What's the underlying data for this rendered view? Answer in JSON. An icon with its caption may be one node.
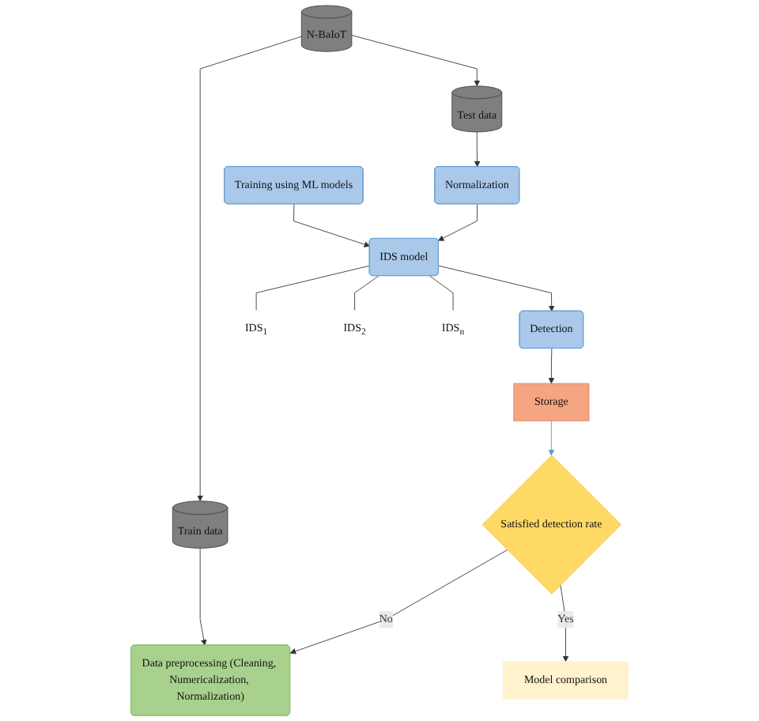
{
  "diagram": {
    "nodes": [
      {
        "text": [
          "N-BaIoT"
        ]
      },
      {
        "text": [
          "Train data"
        ]
      },
      {
        "text": [
          "Test data"
        ]
      },
      {
        "text": [
          "Normalization"
        ]
      },
      {
        "text": [
          "IDS model"
        ]
      },
      {
        "text": [
          "IDS$_{1}$"
        ]
      },
      {
        "text": [
          "IDS$_{2}$"
        ]
      },
      {
        "text": [
          "IDS$_{n}$"
        ]
      },
      {
        "text": [
          "Detection"
        ]
      },
      {
        "text": [
          "Data preprocessing (Cleaning, Numericalization, Normalization)"
        ]
      },
      {
        "text": [
          "Storage"
        ]
      },
      {
        "text": [
          "Training using ML models"
        ]
      },
      {
        "text": [
          "Satisfied detection rate"
        ]
      },
      {
        "text": [
          "Model comparison"
        ]
      }
    ],
    "edges": [
      {
        "from": 0,
        "to": 1,
        "arrow": "to"
      },
      {
        "from": 0,
        "to": 2,
        "arrow": "to"
      },
      {
        "from": 2,
        "to": 3,
        "arrow": "to"
      },
      {
        "from": 3,
        "to": 4,
        "arrow": "to"
      },
      {
        "from": 4,
        "to": 5,
        "arrow": "none"
      },
      {
        "from": 4,
        "to": 6,
        "arrow": "none"
      },
      {
        "from": 4,
        "to": 7,
        "arrow": "none"
      },
      {
        "from": 4,
        "to": 8,
        "arrow": "to"
      },
      {
        "from": 1,
        "to": 9,
        "arrow": "to"
      },
      {
        "from": 8,
        "to": 10,
        "arrow": "to"
      },
      {
        "from": 11,
        "to": 4,
        "arrow": "to"
      },
      {
        "from": 10,
        "to": 12,
        "arrow": "to",
        "color": "#5b9bd5"
      },
      {
        "from": 12,
        "to": 9,
        "arrow": "to",
        "label": "No"
      },
      {
        "from": 12,
        "to": 13,
        "arrow": "to",
        "label": "Yes"
      }
    ]
  }
}
